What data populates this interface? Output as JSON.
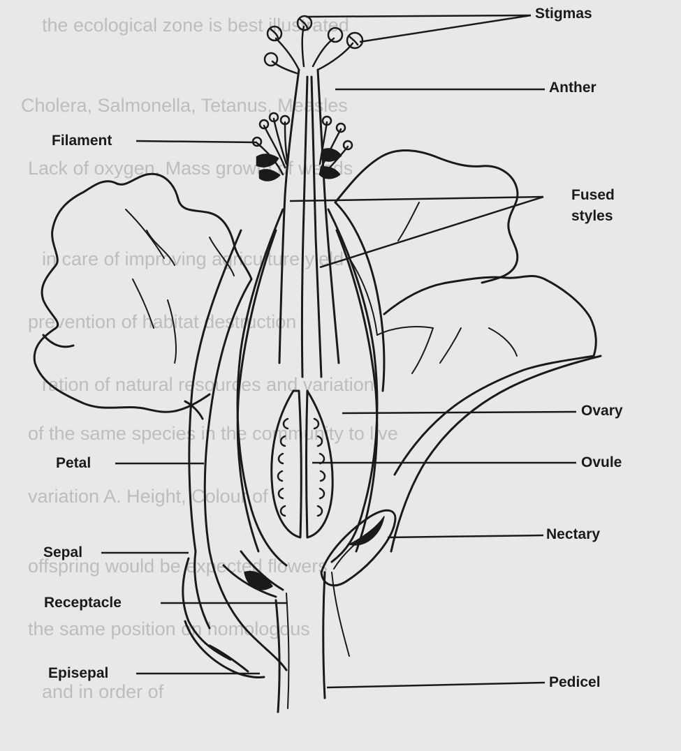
{
  "diagram": {
    "labels": {
      "stigmas": "Stigmas",
      "anther": "Anther",
      "filament": "Filament",
      "fused_styles_line1": "Fused",
      "fused_styles_line2": "styles",
      "ovary": "Ovary",
      "ovule": "Ovule",
      "petal": "Petal",
      "nectary": "Nectary",
      "sepal": "Sepal",
      "receptacle": "Receptacle",
      "episepal": "Episepal",
      "pedicel": "Pedicel"
    },
    "colors": {
      "ink": "#1a1a1a",
      "paper": "#e8e8e8"
    }
  }
}
